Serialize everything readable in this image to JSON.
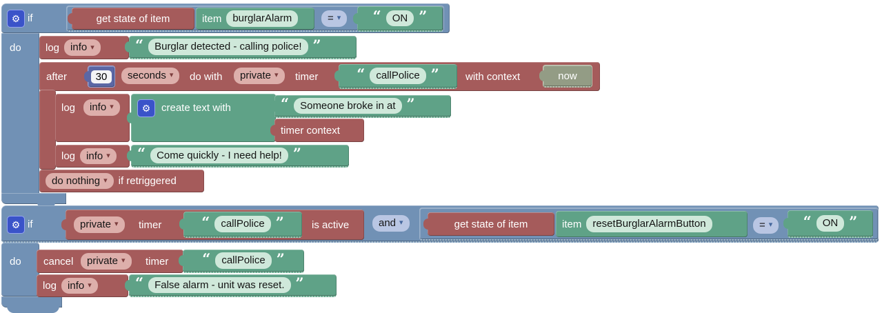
{
  "colors": {
    "blue": "#7191b5",
    "red": "#a55b5b",
    "green": "#5fa287",
    "math": "#5b67a5",
    "field_pink": "#ddafab",
    "field_mint": "#cfe8da",
    "field_blue": "#b9c6e3",
    "now": "#939c85",
    "gear": "#3a53c9"
  },
  "icons": {
    "gear": "⚙",
    "dropdown": "▾",
    "quote_open": "“",
    "quote_close": "”"
  },
  "rule1": {
    "if_label": "if",
    "do_label": "do",
    "condition": {
      "fn": "get state of item",
      "item_label": "item",
      "item_name": "burglarAlarm",
      "operator": "=",
      "value": "ON"
    },
    "log_burglar": {
      "log": "log",
      "level": "info",
      "message": "Burglar detected - calling police!"
    },
    "after": {
      "label": "after",
      "delay": "30",
      "unit": "seconds",
      "do_with": "do with",
      "scope": "private",
      "timer": "timer",
      "timer_name": "callPolice",
      "with_context": "with context",
      "context": "now",
      "retrigger_choice": "do nothing",
      "retrigger_suffix": "if retriggered"
    },
    "log_create": {
      "log": "log",
      "level": "info",
      "create": "create text with",
      "text": "Someone broke in at",
      "context_ref": "timer context"
    },
    "log_help": {
      "log": "log",
      "level": "info",
      "message": "Come quickly - I need help!"
    }
  },
  "rule2": {
    "if_label": "if",
    "do_label": "do",
    "timer_active": {
      "scope": "private",
      "timer": "timer",
      "timer_name": "callPolice",
      "suffix": "is active"
    },
    "operator": "and",
    "condition": {
      "fn": "get state of item",
      "item_label": "item",
      "item_name": "resetBurglarAlarmButton",
      "operator": "=",
      "value": "ON"
    },
    "cancel": {
      "label": "cancel",
      "scope": "private",
      "timer": "timer",
      "timer_name": "callPolice"
    },
    "log_reset": {
      "log": "log",
      "level": "info",
      "message": "False alarm - unit was reset."
    }
  }
}
